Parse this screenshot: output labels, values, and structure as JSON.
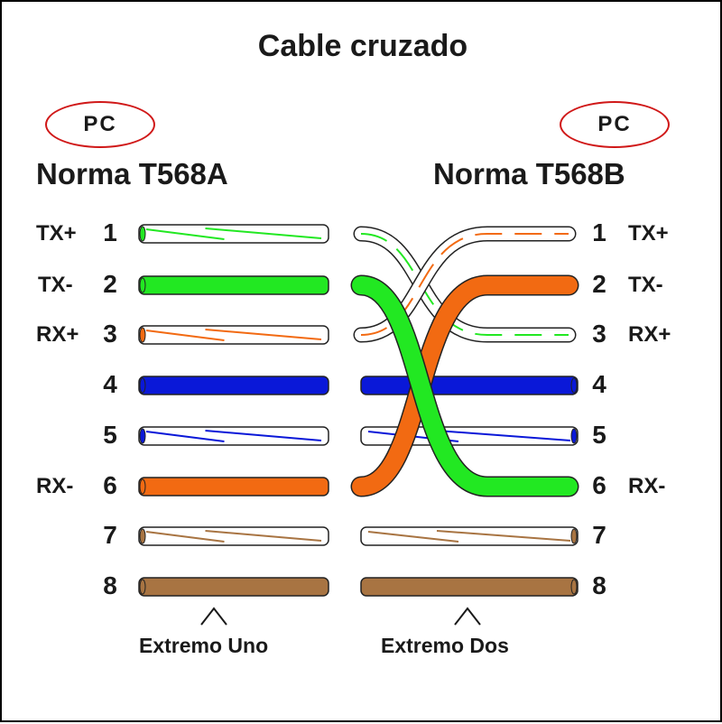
{
  "title": "Cable cruzado",
  "left": {
    "device": "PC",
    "standard": "Norma T568A",
    "end_label": "Extremo Uno",
    "pins": [
      {
        "pin": "1",
        "signal": "TX+",
        "color": "white-green"
      },
      {
        "pin": "2",
        "signal": "TX-",
        "color": "green"
      },
      {
        "pin": "3",
        "signal": "RX+",
        "color": "white-orange"
      },
      {
        "pin": "4",
        "signal": "",
        "color": "blue"
      },
      {
        "pin": "5",
        "signal": "",
        "color": "white-blue"
      },
      {
        "pin": "6",
        "signal": "RX-",
        "color": "orange"
      },
      {
        "pin": "7",
        "signal": "",
        "color": "white-brown"
      },
      {
        "pin": "8",
        "signal": "",
        "color": "brown"
      }
    ]
  },
  "right": {
    "device": "PC",
    "standard": "Norma T568B",
    "end_label": "Extremo Dos",
    "pins": [
      {
        "pin": "1",
        "signal": "TX+",
        "color": "white-orange"
      },
      {
        "pin": "2",
        "signal": "TX-",
        "color": "orange"
      },
      {
        "pin": "3",
        "signal": "RX+",
        "color": "white-green"
      },
      {
        "pin": "4",
        "signal": "",
        "color": "blue"
      },
      {
        "pin": "5",
        "signal": "",
        "color": "white-blue"
      },
      {
        "pin": "6",
        "signal": "RX-",
        "color": "green"
      },
      {
        "pin": "7",
        "signal": "",
        "color": "white-brown"
      },
      {
        "pin": "8",
        "signal": "",
        "color": "brown"
      }
    ]
  },
  "colors": {
    "green": "#22e822",
    "orange": "#f26a12",
    "blue": "#0a18d8",
    "brown": "#a87442",
    "oval": "#d01818",
    "outline": "#222222"
  }
}
